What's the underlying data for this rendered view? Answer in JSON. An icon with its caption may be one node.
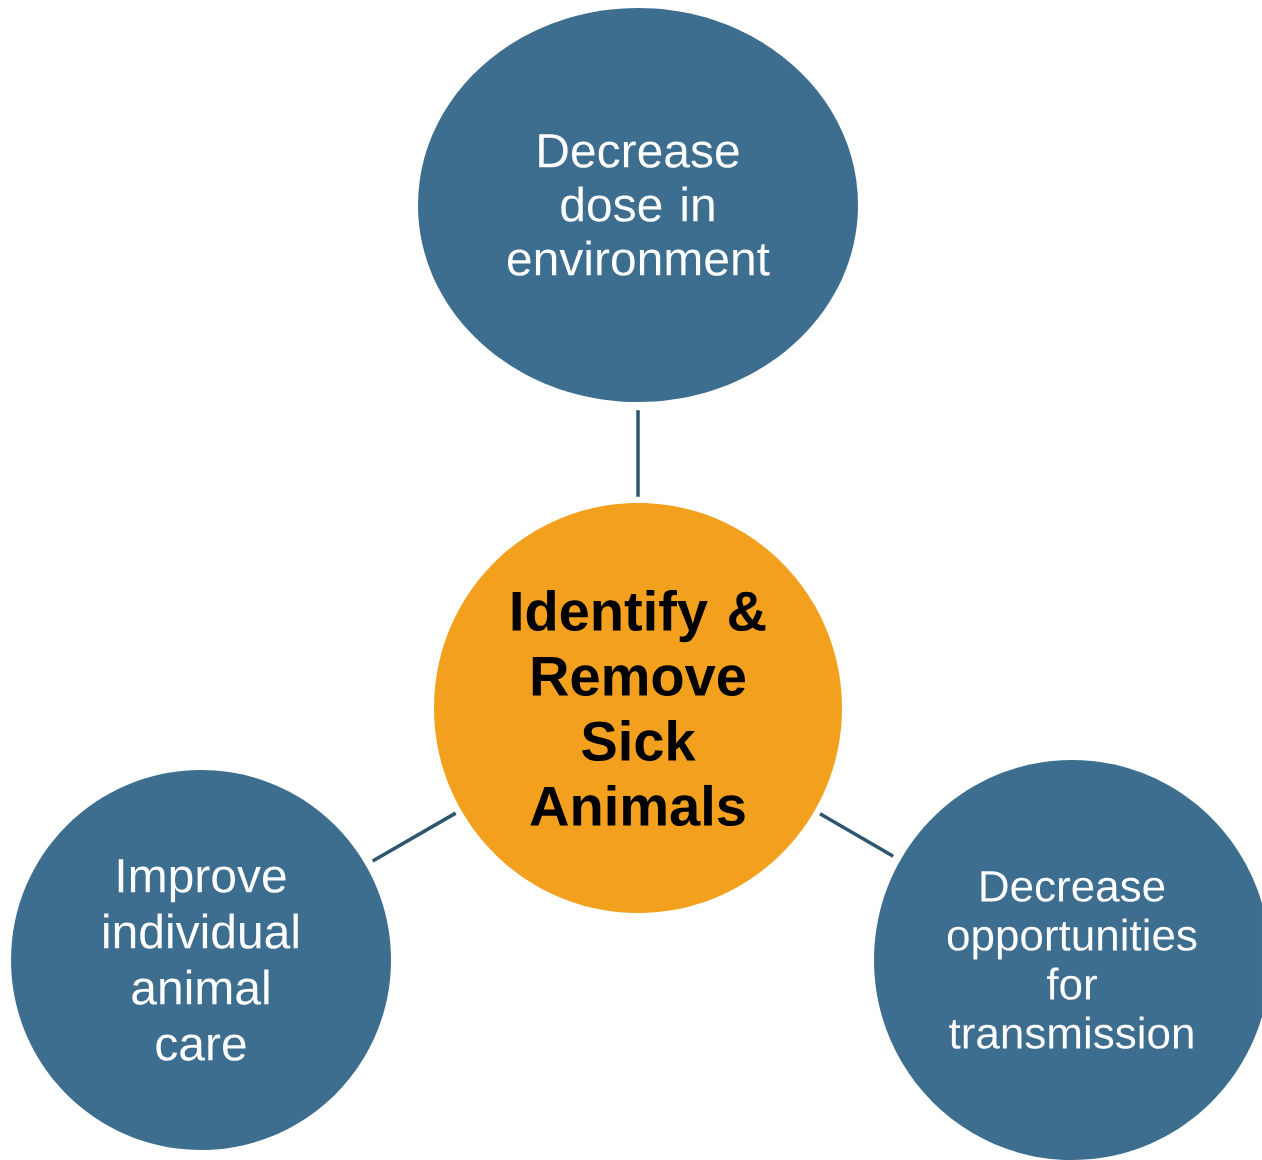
{
  "diagram": {
    "nodes": [
      {
        "text": [
          "Decrease dose in environment"
        ]
      },
      {
        "text": [
          "Identify & Remove Sick Animals"
        ]
      },
      {
        "text": [
          "Improve individual animal care"
        ]
      },
      {
        "text": [
          "Decrease opportunities for transmission"
        ]
      }
    ],
    "edges": [
      {
        "from": 1,
        "to": 0,
        "arrow": "none"
      },
      {
        "from": 1,
        "to": 2,
        "arrow": "none"
      },
      {
        "from": 1,
        "to": 3,
        "arrow": "none"
      }
    ]
  }
}
